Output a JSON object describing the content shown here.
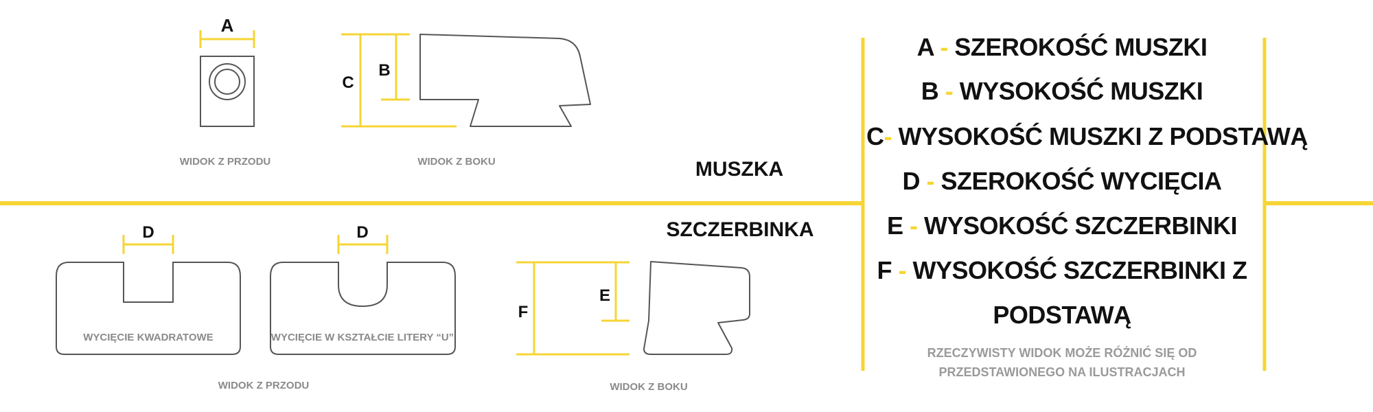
{
  "muszka": {
    "title": "MUSZKA",
    "dim_a": "A",
    "dim_b": "B",
    "dim_c": "C",
    "front_caption": "WIDOK Z PRZODU",
    "side_caption": "WIDOK Z BOKU"
  },
  "szczerbinka": {
    "title": "SZCZERBINKA",
    "dim_d_square": "D",
    "dim_d_u": "D",
    "dim_e": "E",
    "dim_f": "F",
    "square_cut_label": "WYCIĘCIE KWADRATOWE",
    "u_cut_label": "WYCIĘCIE W KSZTAŁCIE LITERY “U”",
    "front_caption": "WIDOK Z PRZODU",
    "side_caption": "WIDOK Z BOKU"
  },
  "legend": {
    "items": [
      {
        "letter": "A",
        "dash": " - ",
        "text": "SZEROKOŚĆ MUSZKI"
      },
      {
        "letter": "B",
        "dash": " - ",
        "text": "WYSOKOŚĆ MUSZKI"
      },
      {
        "letter": "C",
        "dash": "- ",
        "text": "WYSOKOŚĆ MUSZKI Z PODSTAWĄ"
      },
      {
        "letter": "D",
        "dash": " - ",
        "text": "SZEROKOŚĆ WYCIĘCIA"
      },
      {
        "letter": "E",
        "dash": " -  ",
        "text": "WYSOKOŚĆ SZCZERBINKI"
      },
      {
        "letter": "F",
        "dash": " - ",
        "text": "WYSOKOŚĆ SZCZERBINKI Z"
      },
      {
        "letter": "",
        "dash": "",
        "text": "PODSTAWĄ"
      }
    ],
    "note": "RZECZYWISTY WIDOK MOŻE RÓŻNIĆ SIĘ OD PRZEDSTAWIONEGO NA ILUSTRACJACH"
  },
  "colors": {
    "accent": "#f6d534",
    "outline": "#555555",
    "text": "#111111",
    "caption": "#8a8a8a"
  }
}
